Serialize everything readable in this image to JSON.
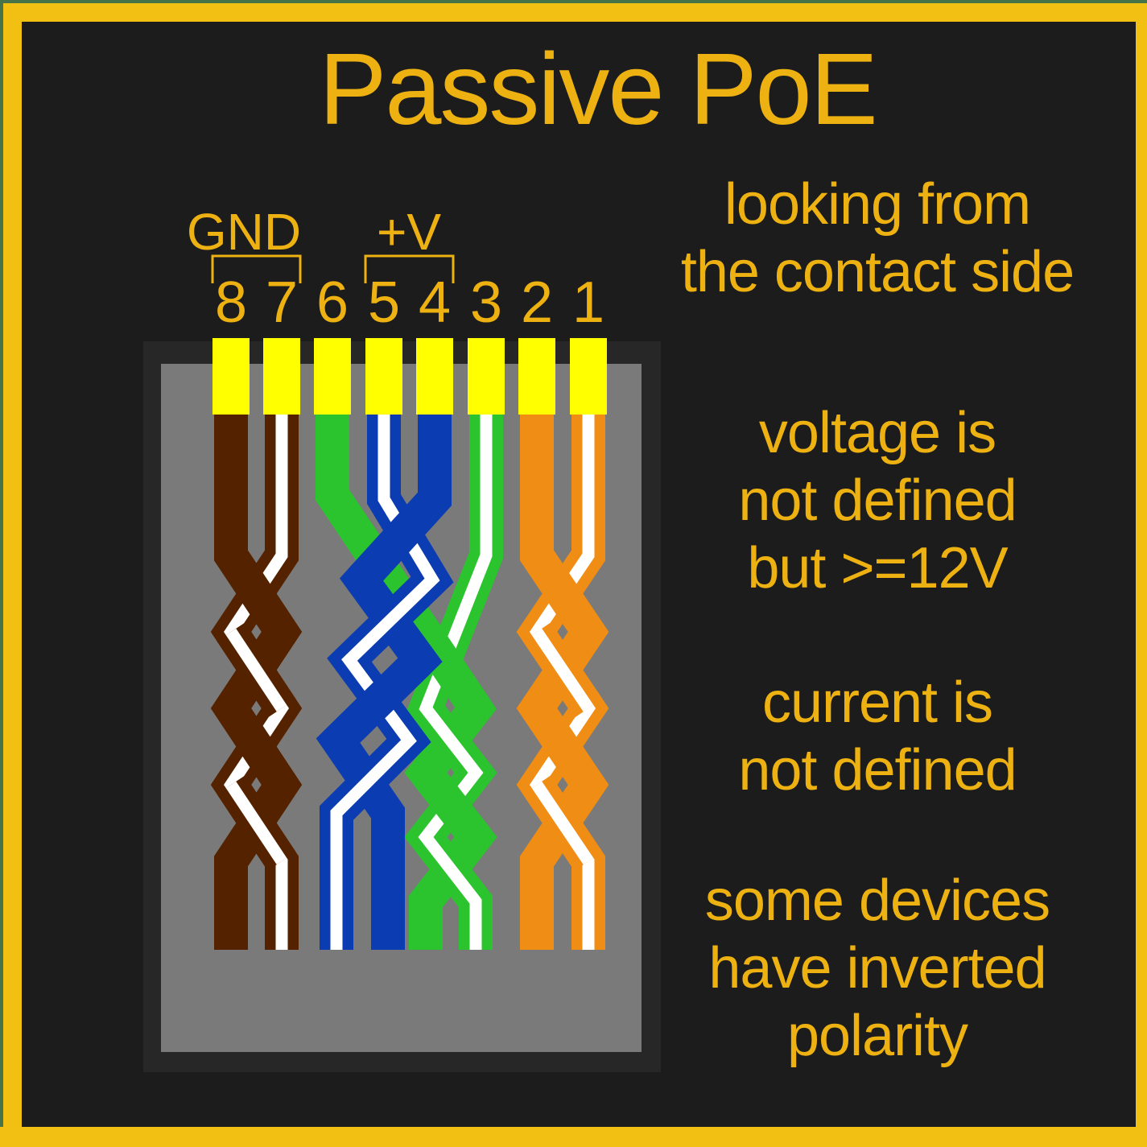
{
  "page": {
    "title": "Passive PoE"
  },
  "colors": {
    "gold": "#edb211",
    "page_border_yellow": "#f2c013",
    "edge_green": "#467347",
    "bg_dark": "#1c1c1c",
    "frame_dark": "#272727",
    "body_gray": "#7a7a7a",
    "pin_yellow": "#ffff00",
    "wire_brown": "#552200",
    "wire_green": "#2bc42f",
    "wire_blue": "#0b3cb1",
    "wire_orange": "#f08d15",
    "stripe_white": "#ffffff"
  },
  "connector": {
    "gnd_label": "GND",
    "v_label": "+V",
    "gnd_pins": "8+7",
    "v_pins": "5+4",
    "pin_numbers": [
      "8",
      "7",
      "6",
      "5",
      "4",
      "3",
      "2",
      "1"
    ],
    "wires": [
      {
        "pin": "8",
        "color": "brown",
        "striped": false
      },
      {
        "pin": "7",
        "color": "brown",
        "striped": true
      },
      {
        "pin": "6",
        "color": "green",
        "striped": false
      },
      {
        "pin": "5",
        "color": "blue",
        "striped": true
      },
      {
        "pin": "4",
        "color": "blue",
        "striped": false
      },
      {
        "pin": "3",
        "color": "green",
        "striped": true
      },
      {
        "pin": "2",
        "color": "orange",
        "striped": false
      },
      {
        "pin": "1",
        "color": "orange",
        "striped": true
      }
    ]
  },
  "notes": {
    "view": {
      "lines": [
        "looking from",
        "the contact side"
      ]
    },
    "voltage": {
      "lines": [
        "voltage is",
        "not defined",
        "but >=12V"
      ]
    },
    "current": {
      "lines": [
        "current is",
        "not defined"
      ]
    },
    "polarity": {
      "lines": [
        "some devices",
        "have inverted",
        "polarity"
      ]
    }
  }
}
